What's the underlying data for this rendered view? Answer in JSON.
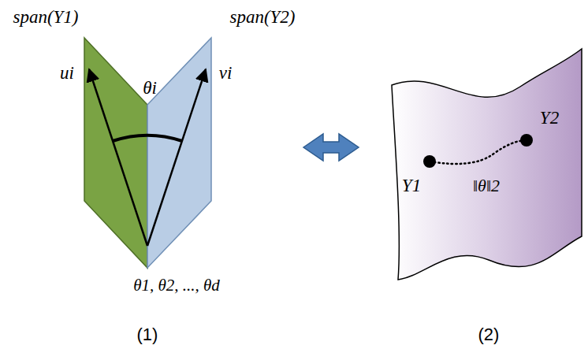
{
  "diagram": {
    "labels": [
      "span(Y1)",
      "span(Y2)",
      "ui",
      "θi",
      "vi",
      "θ1, θ2, ..., θd",
      "(1)",
      "Y2",
      "Y1",
      "‖θ‖2",
      "(2)"
    ]
  }
}
